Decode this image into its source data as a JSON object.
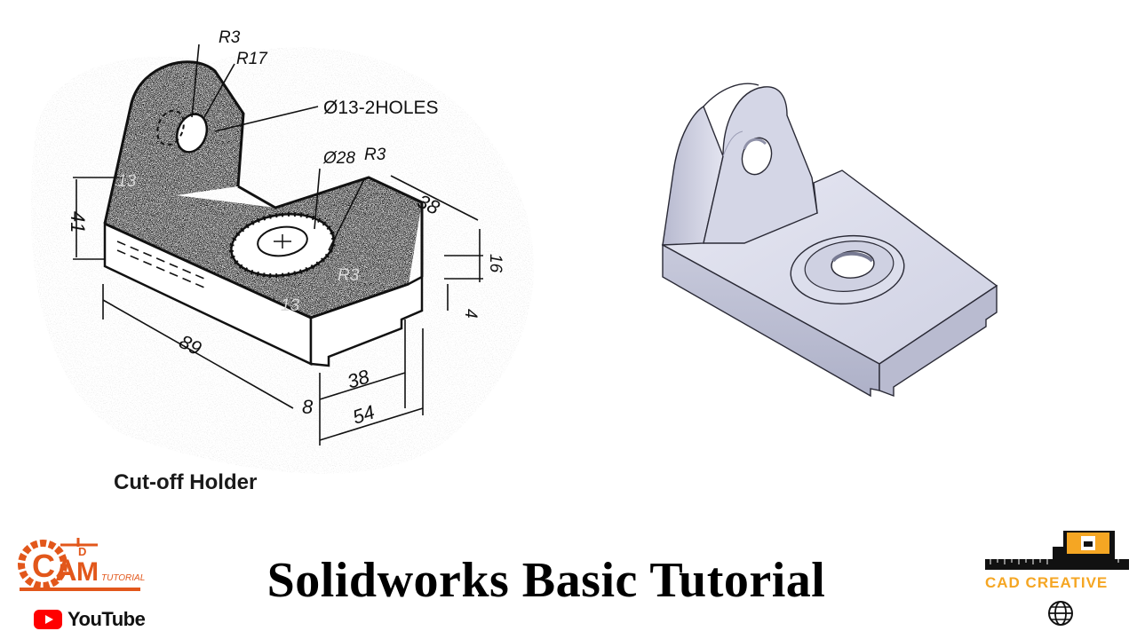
{
  "drawing": {
    "caption": "Cut-off Holder",
    "dims": {
      "r3_top": "R3",
      "r17": "R17",
      "holes": "Ø13-2HOLES",
      "d28": "Ø28",
      "r3_mid": "R3",
      "d38_top": "38",
      "d16": "16",
      "d4": "4",
      "d41": "41",
      "d89": "89",
      "d38_bottom": "38",
      "d8": "8",
      "d54": "54",
      "r13": "13",
      "r3_side": "R3",
      "r13_front": "13"
    }
  },
  "title": "Solidworks Basic Tutorial",
  "left_logo": {
    "letters": "CAM",
    "sub": "TUTORIAL",
    "d": "D"
  },
  "youtube": {
    "label": "YouTube"
  },
  "right_logo": {
    "text": "CAD CREATIVE"
  },
  "colors": {
    "logo_orange": "#e2571b",
    "youtube_red": "#ff0000",
    "model_fill": "#d9dbea",
    "model_edge": "#2a2a36"
  }
}
